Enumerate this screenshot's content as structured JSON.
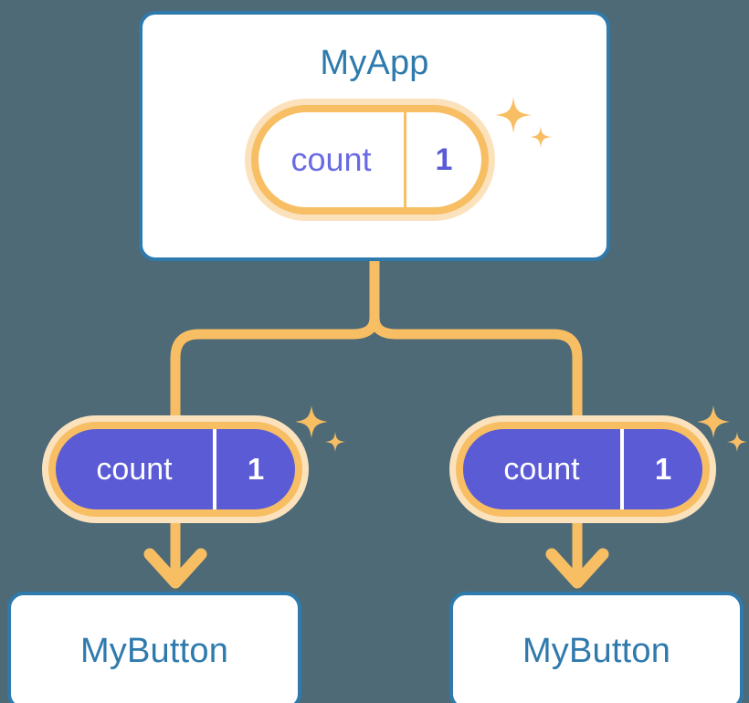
{
  "diagram": {
    "background_color": "#4e6a76",
    "accent_orange": "#f8be64",
    "accent_orange_pale": "#fbe2bd",
    "accent_blue": "#2f7aad",
    "accent_purple": "#5b5bd6",
    "accent_purple_light": "#6a6ae4"
  },
  "app": {
    "title": "MyApp",
    "state_pill": {
      "key": "count",
      "value": "1"
    },
    "sparkle_icon": "sparkle-icon"
  },
  "children": [
    {
      "state_pill": {
        "key": "count",
        "value": "1"
      },
      "button_label": "MyButton",
      "sparkle_icon": "sparkle-icon",
      "arrow_icon": "arrow-down-icon"
    },
    {
      "state_pill": {
        "key": "count",
        "value": "1"
      },
      "button_label": "MyButton",
      "sparkle_icon": "sparkle-icon",
      "arrow_icon": "arrow-down-icon"
    }
  ]
}
